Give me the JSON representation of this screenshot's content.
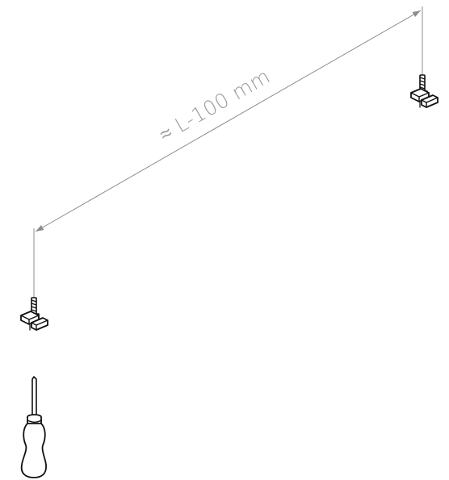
{
  "dimension": {
    "label": "≈ L-100 mm"
  },
  "colors": {
    "dimension_line": "#8c8c8c",
    "dimension_text": "#9a9a9a",
    "part_stroke": "#111111",
    "part_fill": "#ffffff"
  },
  "parts": [
    {
      "name": "mounting-bracket-screw-right",
      "icon": "bracket-screw-icon"
    },
    {
      "name": "mounting-bracket-screw-left",
      "icon": "bracket-screw-icon"
    },
    {
      "name": "screwdriver",
      "icon": "screwdriver-icon"
    }
  ]
}
